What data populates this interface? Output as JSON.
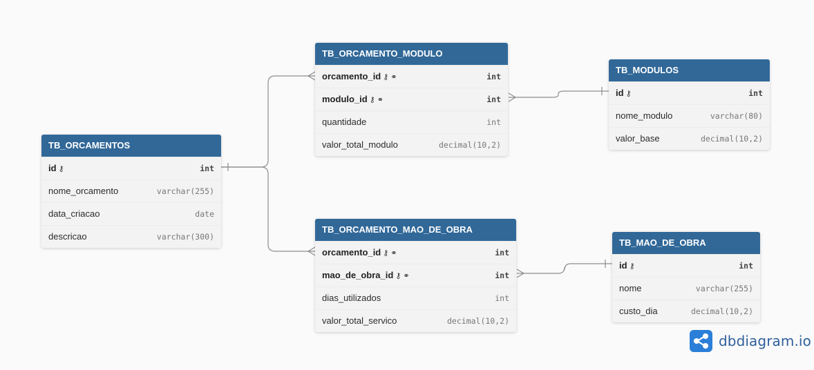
{
  "tables": {
    "orcamentos": {
      "name": "TB_ORCAMENTOS",
      "columns": [
        {
          "name": "id",
          "type": "int",
          "key": true,
          "icons": "key"
        },
        {
          "name": "nome_orcamento",
          "type": "varchar(255)"
        },
        {
          "name": "data_criacao",
          "type": "date"
        },
        {
          "name": "descricao",
          "type": "varchar(300)"
        }
      ]
    },
    "orcamento_modulo": {
      "name": "TB_ORCAMENTO_MODULO",
      "columns": [
        {
          "name": "orcamento_id",
          "type": "int",
          "key": true,
          "icons": "key-link"
        },
        {
          "name": "modulo_id",
          "type": "int",
          "key": true,
          "icons": "key-link"
        },
        {
          "name": "quantidade",
          "type": "int"
        },
        {
          "name": "valor_total_modulo",
          "type": "decimal(10,2)"
        }
      ]
    },
    "modulos": {
      "name": "TB_MODULOS",
      "columns": [
        {
          "name": "id",
          "type": "int",
          "key": true,
          "icons": "key"
        },
        {
          "name": "nome_modulo",
          "type": "varchar(80)"
        },
        {
          "name": "valor_base",
          "type": "decimal(10,2)"
        }
      ]
    },
    "orcamento_mao_de_obra": {
      "name": "TB_ORCAMENTO_MAO_DE_OBRA",
      "columns": [
        {
          "name": "orcamento_id",
          "type": "int",
          "key": true,
          "icons": "key-link"
        },
        {
          "name": "mao_de_obra_id",
          "type": "int",
          "key": true,
          "icons": "key-link"
        },
        {
          "name": "dias_utilizados",
          "type": "int"
        },
        {
          "name": "valor_total_servico",
          "type": "decimal(10,2)"
        }
      ]
    },
    "mao_de_obra": {
      "name": "TB_MAO_DE_OBRA",
      "columns": [
        {
          "name": "id",
          "type": "int",
          "key": true,
          "icons": "key"
        },
        {
          "name": "nome",
          "type": "varchar(255)"
        },
        {
          "name": "custo_dia",
          "type": "decimal(10,2)"
        }
      ]
    }
  },
  "relationships": [
    {
      "from": "TB_ORCAMENTOS.id",
      "to": "TB_ORCAMENTO_MODULO.orcamento_id",
      "type": "one-to-many"
    },
    {
      "from": "TB_ORCAMENTOS.id",
      "to": "TB_ORCAMENTO_MAO_DE_OBRA.orcamento_id",
      "type": "one-to-many"
    },
    {
      "from": "TB_MODULOS.id",
      "to": "TB_ORCAMENTO_MODULO.modulo_id",
      "type": "one-to-many"
    },
    {
      "from": "TB_MAO_DE_OBRA.id",
      "to": "TB_ORCAMENTO_MAO_DE_OBRA.mao_de_obra_id",
      "type": "one-to-many"
    }
  ],
  "colors": {
    "header": "#316898",
    "body": "#f3f3f3",
    "connector": "#8c8c8c",
    "brand": "#2b7fd8"
  },
  "brand": {
    "text": "dbdiagram.io",
    "icon": "share-nodes-icon"
  }
}
